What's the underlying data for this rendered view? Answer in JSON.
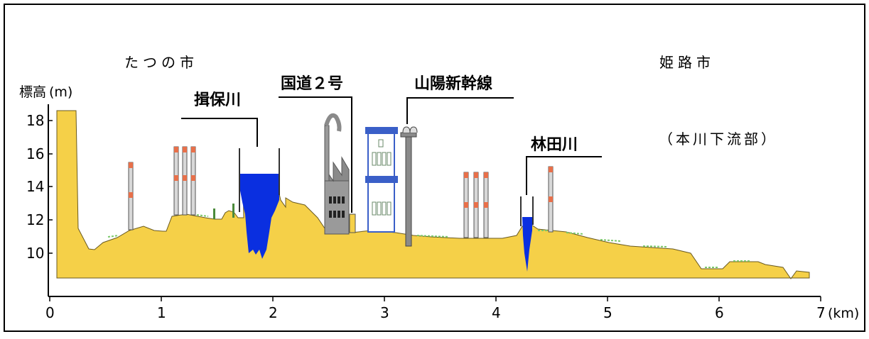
{
  "y_axis": {
    "title": "標高",
    "unit": "(m)",
    "ticks": [
      "18",
      "16",
      "14",
      "12",
      "10"
    ]
  },
  "x_axis": {
    "ticks": [
      "0",
      "1",
      "2",
      "3",
      "4",
      "5",
      "6",
      "7"
    ],
    "unit": "(km)"
  },
  "places": {
    "left_city": "たつの市",
    "right_city": "姫路市",
    "right_note": "（本川下流部）"
  },
  "features": {
    "ibo_river": "揖保川",
    "route2": "国道２号",
    "shinkansen": "山陽新幹線",
    "hayashida_river": "林田川"
  },
  "colors": {
    "ground": "#f5d048",
    "water": "#0a2fe0",
    "grass": "#7ac86a",
    "tower_cap": "#e8704a",
    "building_frame": "#3a5fc8",
    "gray": "#909090"
  }
}
